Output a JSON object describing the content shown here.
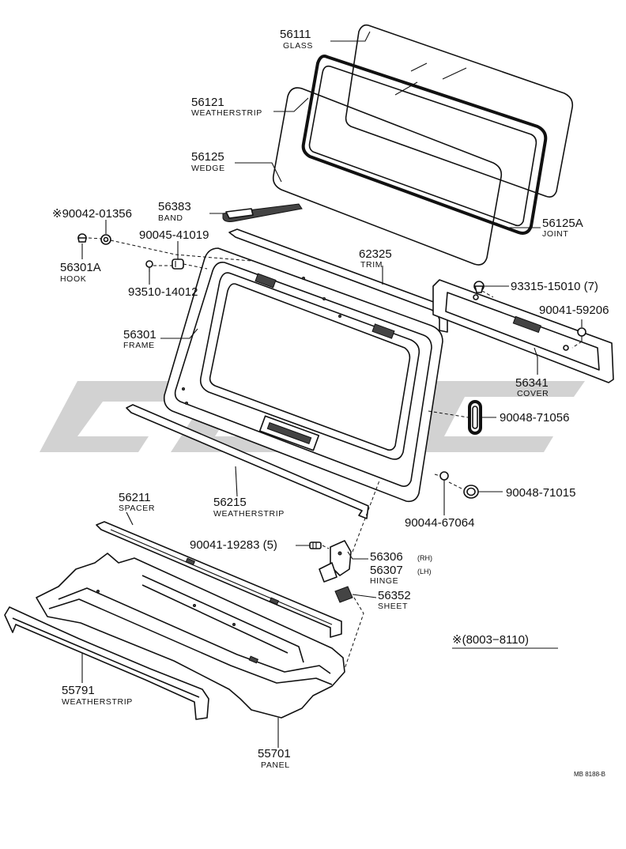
{
  "watermark": "cJLSC",
  "parts": [
    {
      "id": "56111",
      "number": "56111",
      "name": "GLASS"
    },
    {
      "id": "56121",
      "number": "56121",
      "name": "WEATHERSTRIP"
    },
    {
      "id": "56125",
      "number": "56125",
      "name": "WEDGE"
    },
    {
      "id": "56383",
      "number": "56383",
      "name": "BAND"
    },
    {
      "id": "90042-01356",
      "number": "※90042-01356",
      "name": ""
    },
    {
      "id": "90045-41019",
      "number": "90045-41019",
      "name": ""
    },
    {
      "id": "56125A",
      "number": "56125A",
      "name": "JOINT"
    },
    {
      "id": "56301A",
      "number": "56301A",
      "name": "HOOK"
    },
    {
      "id": "62325",
      "number": "62325",
      "name": "TRIM"
    },
    {
      "id": "93510-14012",
      "number": "93510-14012",
      "name": ""
    },
    {
      "id": "93315-15010",
      "number": "93315-15010 (7)",
      "name": ""
    },
    {
      "id": "90041-59206",
      "number": "90041-59206",
      "name": ""
    },
    {
      "id": "56301",
      "number": "56301",
      "name": "FRAME"
    },
    {
      "id": "56341",
      "number": "56341",
      "name": "COVER"
    },
    {
      "id": "90048-71056",
      "number": "90048-71056",
      "name": ""
    },
    {
      "id": "56215",
      "number": "56215",
      "name": "WEATHERSTRIP"
    },
    {
      "id": "90048-71015",
      "number": "90048-71015",
      "name": ""
    },
    {
      "id": "90044-67064",
      "number": "90044-67064",
      "name": ""
    },
    {
      "id": "56211",
      "number": "56211",
      "name": "SPACER"
    },
    {
      "id": "90041-19283",
      "number": "90041-19283 (5)",
      "name": ""
    },
    {
      "id": "56306",
      "number": "56306",
      "name": "(RH)"
    },
    {
      "id": "56307",
      "number": "56307",
      "name": "(LH)"
    },
    {
      "id": "hinge",
      "number": "",
      "name": "HINGE"
    },
    {
      "id": "56352",
      "number": "56352",
      "name": "SHEET"
    },
    {
      "id": "55791",
      "number": "55791",
      "name": "WEATHERSTRIP"
    },
    {
      "id": "55701",
      "number": "55701",
      "name": "PANEL"
    }
  ],
  "date_range": "※(8003−8110)",
  "figure_code": "MB 8188-B"
}
